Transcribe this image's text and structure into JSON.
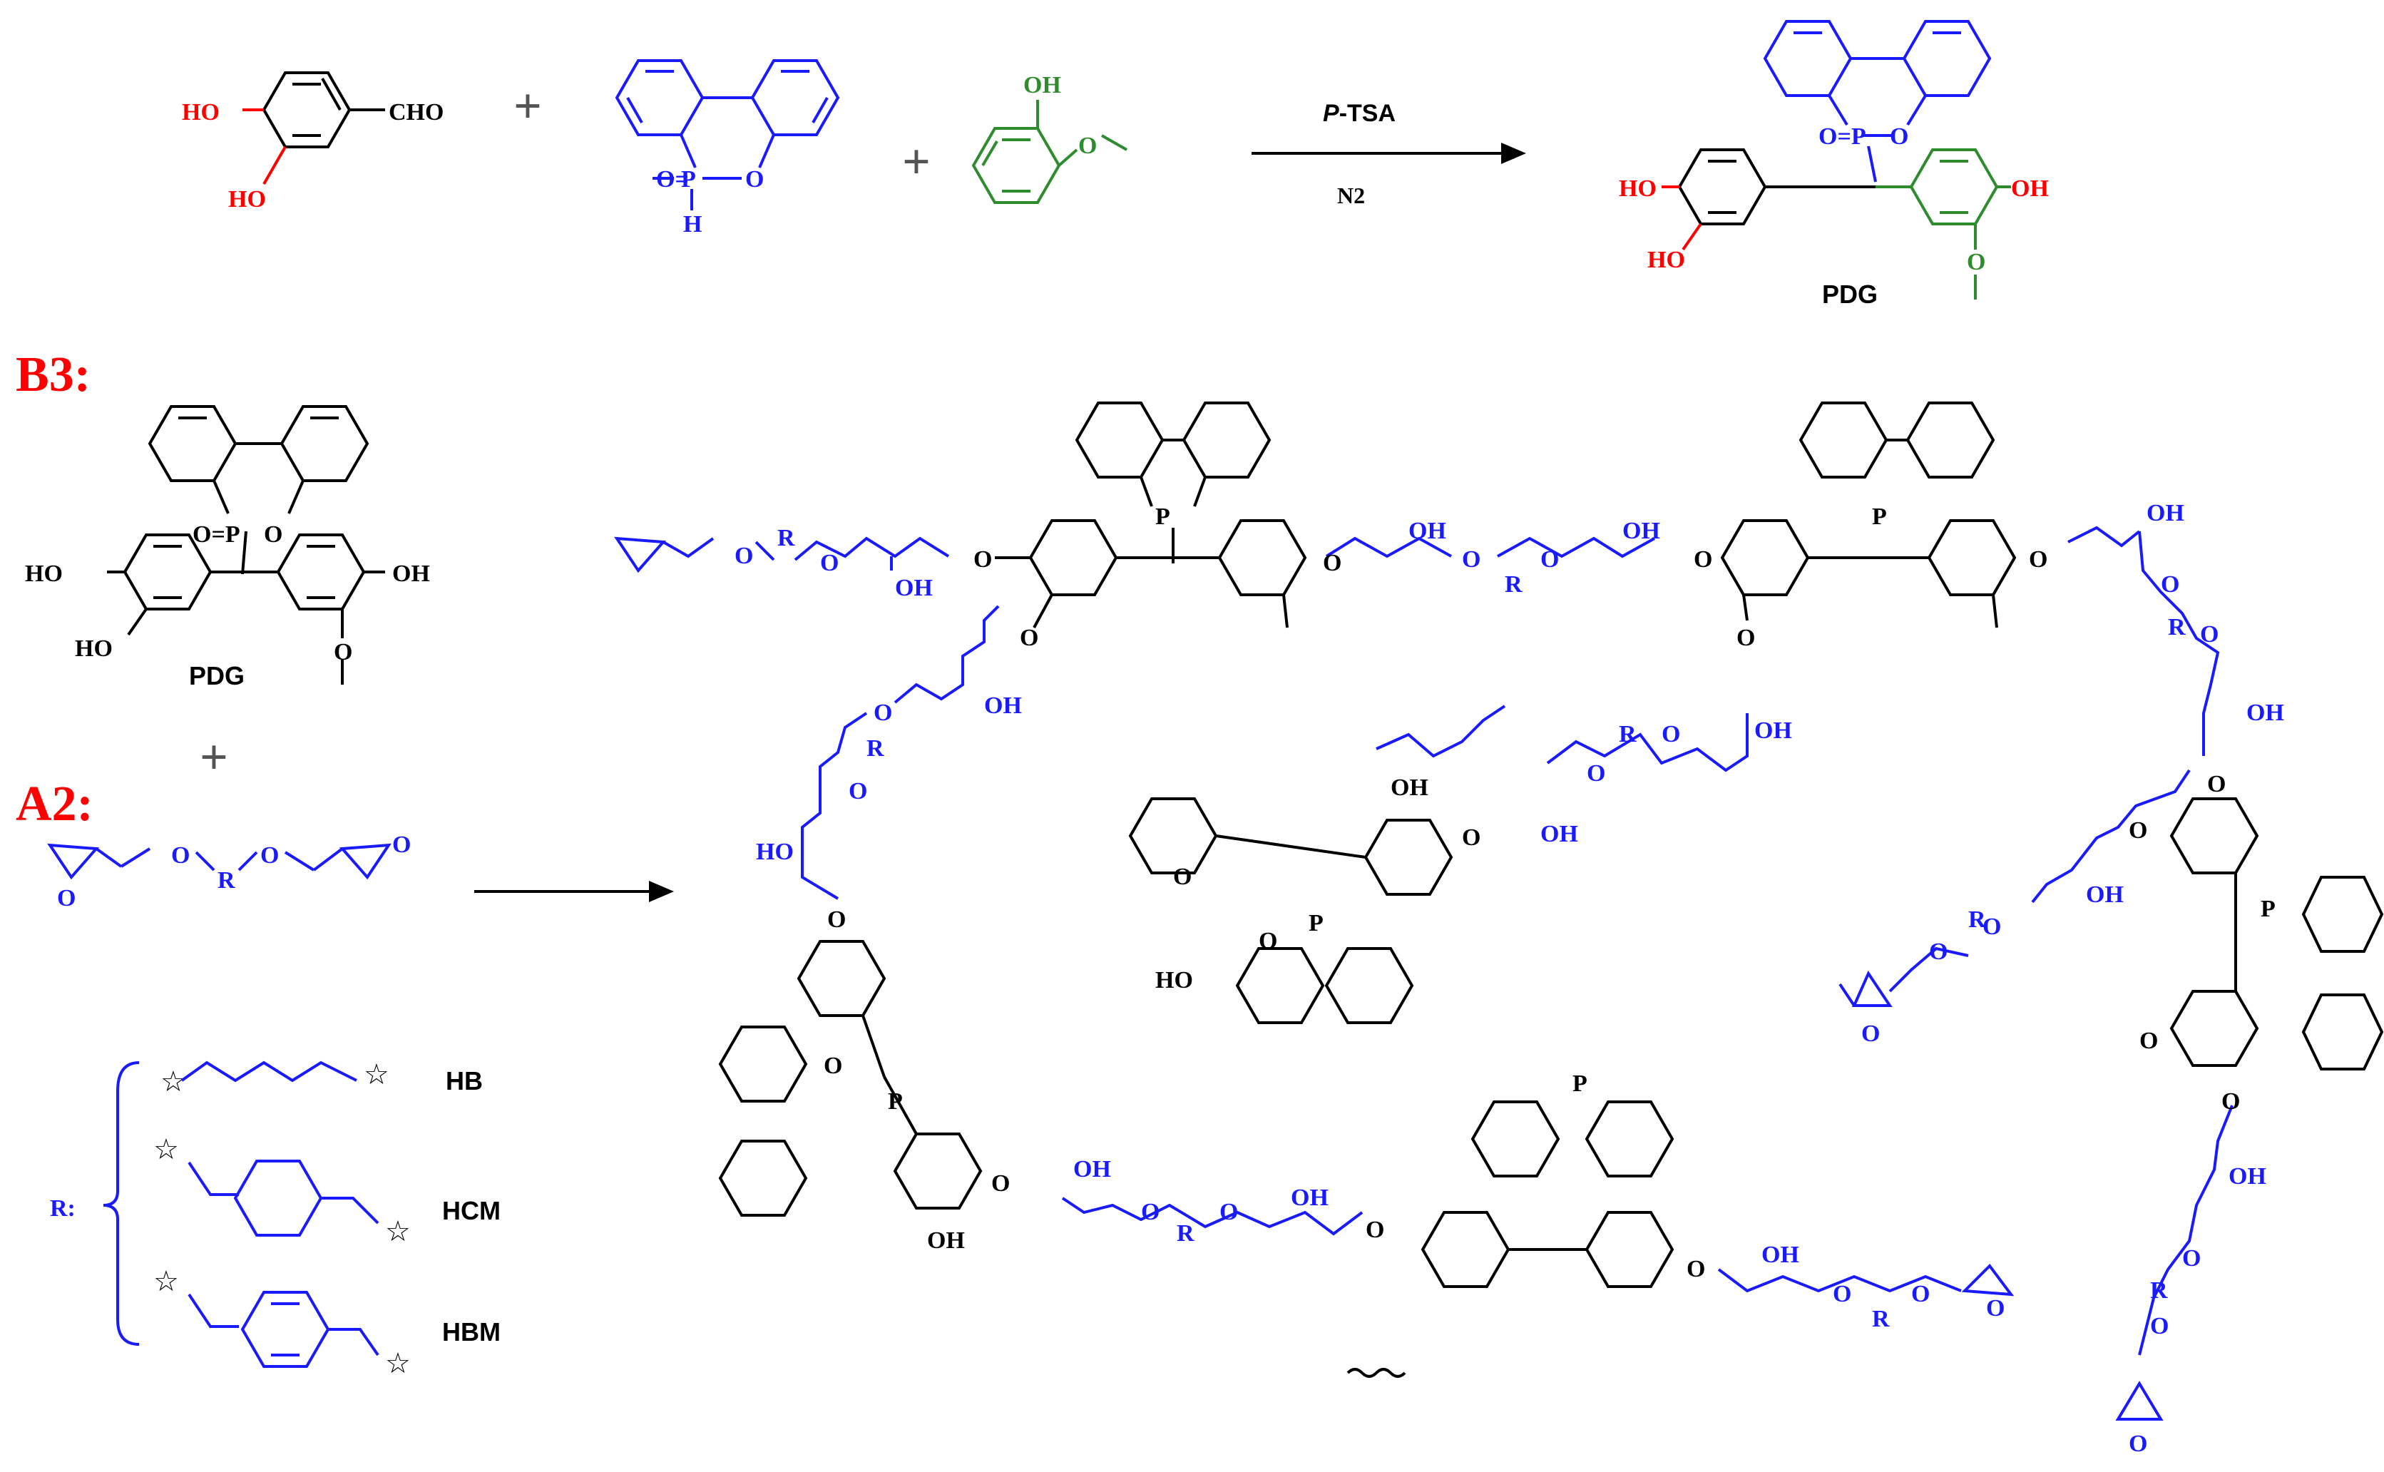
{
  "colors": {
    "black": "#000000",
    "blue": "#1a1aff",
    "red": "#ff0000",
    "green": "#2e8b2e"
  },
  "reaction1": {
    "reagent_catechol": {
      "oh1": "HO",
      "oh2": "HO",
      "cho": "CHO"
    },
    "reagent_dopo": {
      "o_double": "O=",
      "p": "P",
      "o_ring": "O",
      "h": "H"
    },
    "reagent_guaiacol": {
      "oh": "OH"
    },
    "plus1": "+",
    "plus2": "+",
    "condition_top": "P-TSA",
    "condition_top_italic": "P",
    "condition_top_rest": "-TSA",
    "condition_bottom": "N2",
    "product": {
      "o_p_o": "O=P",
      "o_ring": "O",
      "ho_top": "HO",
      "ho_bottom": "HO",
      "oh_right": "OH",
      "name": "PDG"
    }
  },
  "left_panel": {
    "b3_label": "B3:",
    "pdg": {
      "o_p_o": "O=P",
      "o_ring": "O",
      "ho_top": "HO",
      "ho_bottom": "HO",
      "oh_right": "OH",
      "name": "PDG"
    },
    "plus": "+",
    "a2_label": "A2:",
    "a2_o1": "O",
    "a2_r": "R",
    "a2_o2": "O",
    "a2_ep1": "O",
    "a2_ep2": "O",
    "r_label": "R:",
    "r_groups": [
      {
        "name": "HB"
      },
      {
        "name": "HCM"
      },
      {
        "name": "HBM"
      }
    ]
  },
  "network": {
    "labels": {
      "oh": "OH",
      "ho": "HO",
      "o": "O",
      "r": "R",
      "p": "P"
    }
  }
}
